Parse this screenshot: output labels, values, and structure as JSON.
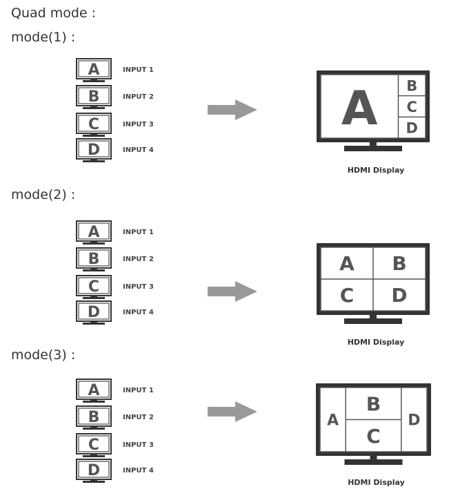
{
  "title": "Quad mode :",
  "display_label": "HDMI Display",
  "inputs": [
    {
      "letter": "A",
      "label": "INPUT 1"
    },
    {
      "letter": "B",
      "label": "INPUT 2"
    },
    {
      "letter": "C",
      "label": "INPUT 3"
    },
    {
      "letter": "D",
      "label": "INPUT 4"
    }
  ],
  "modes": [
    {
      "label": "mode(1) :",
      "layout": "one-large-three-small",
      "panes": [
        "A",
        "B",
        "C",
        "D"
      ]
    },
    {
      "label": "mode(2) :",
      "layout": "2x2-grid",
      "panes": [
        "A",
        "B",
        "C",
        "D"
      ]
    },
    {
      "label": "mode(3) :",
      "layout": "side-center-side",
      "panes": [
        "A",
        "B",
        "C",
        "D"
      ]
    }
  ]
}
